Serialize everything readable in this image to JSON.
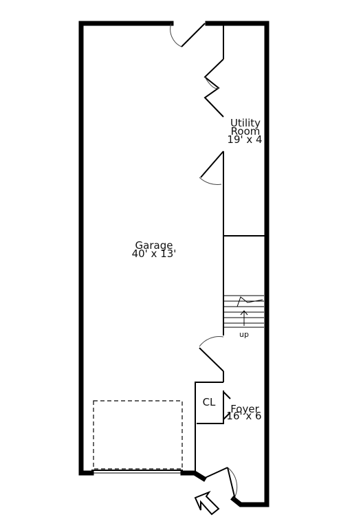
{
  "rooms": {
    "garage": {
      "name": "Garage",
      "size": "40' x 13'"
    },
    "utility": {
      "name_line1": "Utility",
      "name_line2": "Room",
      "size": "19' x 4"
    },
    "closet": {
      "name": "CL"
    },
    "foyer": {
      "name": "Foyer",
      "size": "16' x 6"
    }
  },
  "stairs": {
    "label": "up"
  },
  "icons": {
    "stair_arrow": "arrow-up-icon",
    "entry_arrow": "entry-arrow-icon"
  }
}
